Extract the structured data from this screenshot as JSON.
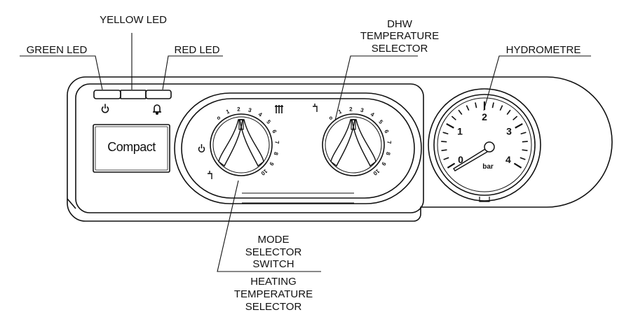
{
  "labels": {
    "yellow_led": "YELLOW LED",
    "green_led": "GREEN LED",
    "red_led": "RED LED",
    "dhw_selector": [
      "DHW",
      "TEMPERATURE",
      "SELECTOR"
    ],
    "hydrometre": "HYDROMETRE",
    "mode_selector": [
      "MODE",
      "SELECTOR",
      "SWITCH"
    ],
    "heating_selector": [
      "HEATING",
      "TEMPERATURE",
      "SELECTOR"
    ]
  },
  "panel": {
    "brand": "Compact",
    "gauge_unit": "bar",
    "gauge_scale": [
      "0",
      "1",
      "2",
      "3",
      "4"
    ],
    "heating_knob_marks": [
      "1",
      "2",
      "3",
      "4",
      "5",
      "6",
      "7",
      "8",
      "9",
      "10"
    ],
    "dhw_knob_marks": [
      "1",
      "2",
      "3",
      "4",
      "5",
      "6",
      "7",
      "8",
      "9",
      "10"
    ]
  },
  "colors": {
    "line": "#111111",
    "background": "#ffffff"
  }
}
